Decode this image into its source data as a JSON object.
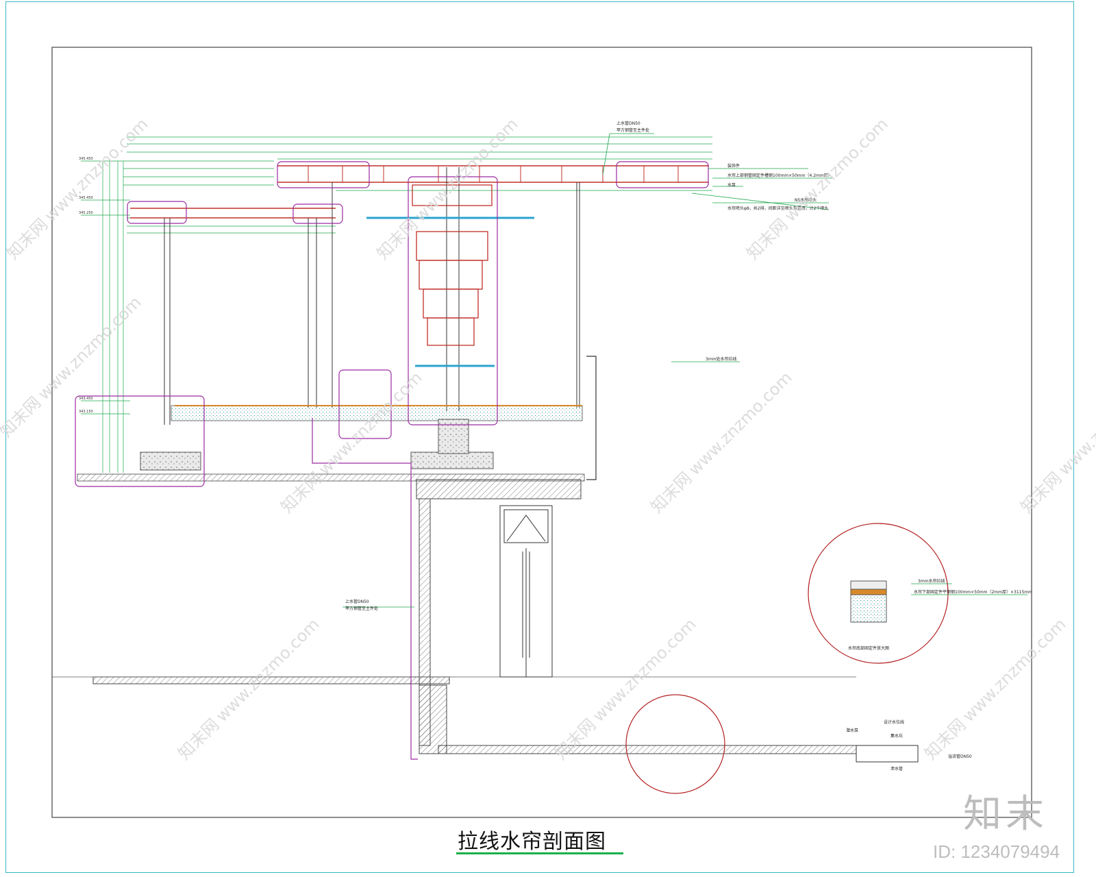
{
  "drawing": {
    "title": "拉线水帘剖面图",
    "annotations": {
      "top_pipe": "上水管DN50",
      "top_pipe_note": "甲方钢管至主件处",
      "frame_label": "装饰件",
      "top_channel": "水帘上部钢管固定件槽钢100mm×50mm（4.2mm厚）",
      "pump": "水泵",
      "nozzle": "N5水帘喷头",
      "nozzle_note": "水帘喷头φ8，共2排，间距详见喷头布置图，计2个喷头",
      "water_table": "3mm处水帘拉线",
      "side_pipe": "上水管DN50",
      "side_pipe_note": "甲方钢管至主件处",
      "detail_line1": "3mm水帘拉线",
      "detail_line2": "水帘下部固定件平钢钢100mm×50mm（2mm厚）×3115mm",
      "detail_caption": "水帘底部固定件放大图",
      "base_1": "设计水位线",
      "base_2": "潜水泵",
      "base_3": "集水坑",
      "base_4": "溢流管DN50",
      "base_5": "泄水管"
    }
  },
  "watermark": {
    "site": "www.znzmo.com",
    "brand": "知末网"
  },
  "brand_corner": "知末",
  "doc_id": "ID: 1234079494",
  "colors": {
    "frame_border": "#35b7c4",
    "callout_box": "#9a2aa0",
    "callout_circle": "#b32020",
    "leader_green": "#1aa64a",
    "steel_red": "#c0302a",
    "pipe_cyan": "#2aa4d0",
    "title_underline": "#18b04a"
  }
}
